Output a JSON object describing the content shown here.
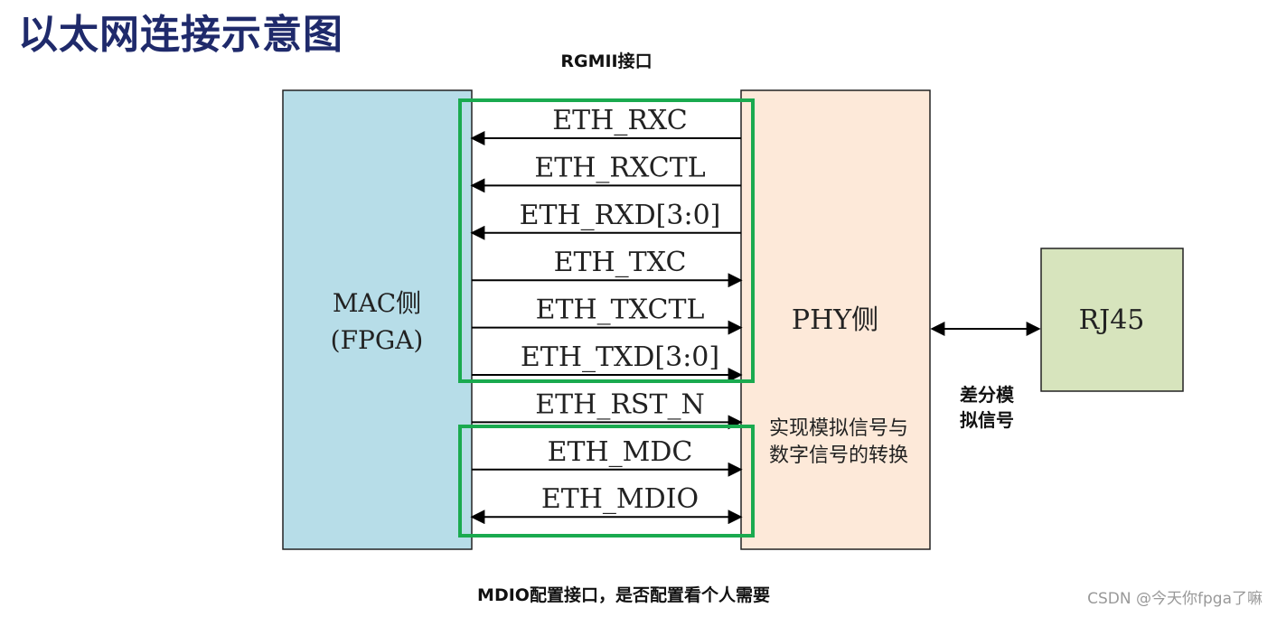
{
  "title": "以太网连接示意图",
  "rgmii_label": "RGMII接口",
  "mac_block": {
    "line1": "MAC侧",
    "line2": "(FPGA)"
  },
  "phy_block": {
    "label": "PHY侧"
  },
  "rj45_block": {
    "label": "RJ45"
  },
  "phy_note": {
    "line1": "实现模拟信号与",
    "line2": "数字信号的转换"
  },
  "diff_note": {
    "line1": "差分模",
    "line2": "拟信号"
  },
  "mdio_note": "MDIO配置接口，是否配置看个人需要",
  "watermark": "CSDN @今天你fpga了嘛",
  "signals": [
    {
      "name": "ETH_RXC",
      "direction": "to-mac"
    },
    {
      "name": "ETH_RXCTL",
      "direction": "to-mac"
    },
    {
      "name": "ETH_RXD[3:0]",
      "direction": "to-mac"
    },
    {
      "name": "ETH_TXC",
      "direction": "to-phy"
    },
    {
      "name": "ETH_TXCTL",
      "direction": "to-phy"
    },
    {
      "name": "ETH_TXD[3:0]",
      "direction": "to-phy"
    },
    {
      "name": "ETH_RST_N",
      "direction": "to-phy"
    },
    {
      "name": "ETH_MDC",
      "direction": "to-phy"
    },
    {
      "name": "ETH_MDIO",
      "direction": "bidirectional"
    }
  ],
  "colors": {
    "mac_fill": "#b7dde8",
    "phy_fill": "#fde9d9",
    "rj45_fill": "#d7e4bd",
    "highlight": "#1aaa4f",
    "title": "#1f2a6b"
  }
}
